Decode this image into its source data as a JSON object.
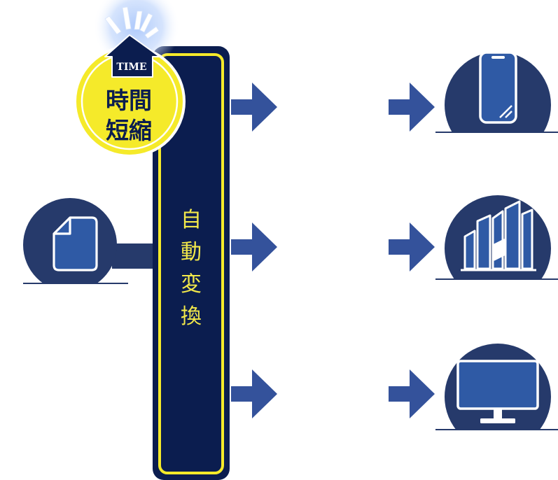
{
  "badge": {
    "tag": "TIME",
    "line1": "時間",
    "line2": "短縮"
  },
  "converter": {
    "chars": [
      "自",
      "動",
      "変",
      "換"
    ]
  },
  "source": {
    "icon": "document-icon"
  },
  "outputs": [
    {
      "icon": "smartphone-icon"
    },
    {
      "icon": "building-icon"
    },
    {
      "icon": "monitor-icon"
    }
  ],
  "colors": {
    "navy": "#0b1d4f",
    "circle": "#263a6b",
    "icon_blue": "#2f5aa5",
    "arrow": "#34529b",
    "yellow": "#f5ea2a",
    "glow": "#b3cdfb"
  }
}
